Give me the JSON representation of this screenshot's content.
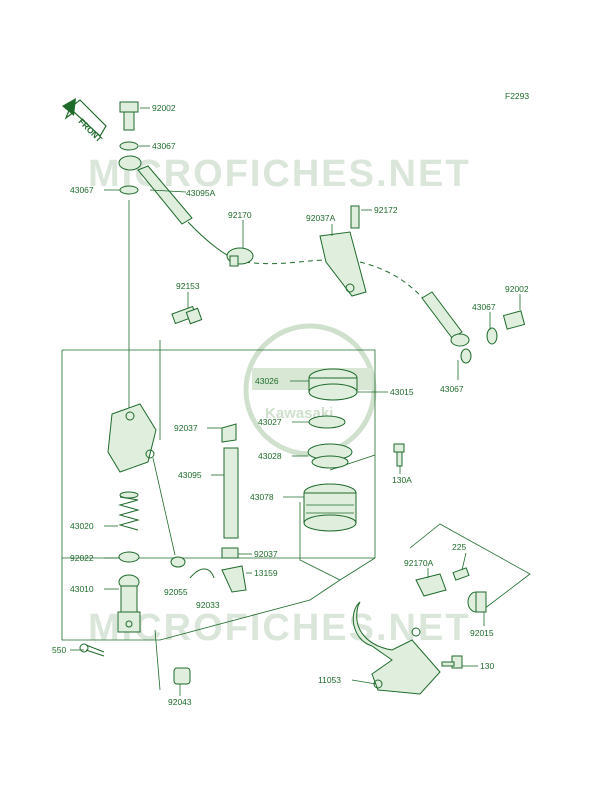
{
  "diagram": {
    "figure_code": "F2293",
    "front_label": "FRONT",
    "watermark": "MICROFICHES.NET",
    "logo_text": "Kawasaki",
    "colors": {
      "ink": "#1f6b2c",
      "fill": "#dfeedd",
      "watermark": "#dbe6da"
    },
    "parts": [
      "92002",
      "43067",
      "43067",
      "43095A",
      "92170",
      "92037A",
      "92172",
      "92002",
      "43067",
      "43067",
      "92153",
      "43026",
      "43015",
      "92037",
      "43027",
      "43028",
      "130A",
      "43095",
      "43078",
      "43020",
      "92022",
      "92037",
      "13159",
      "92055",
      "92033",
      "43010",
      "550",
      "92043",
      "225",
      "92170A",
      "92015",
      "130",
      "11053"
    ]
  }
}
